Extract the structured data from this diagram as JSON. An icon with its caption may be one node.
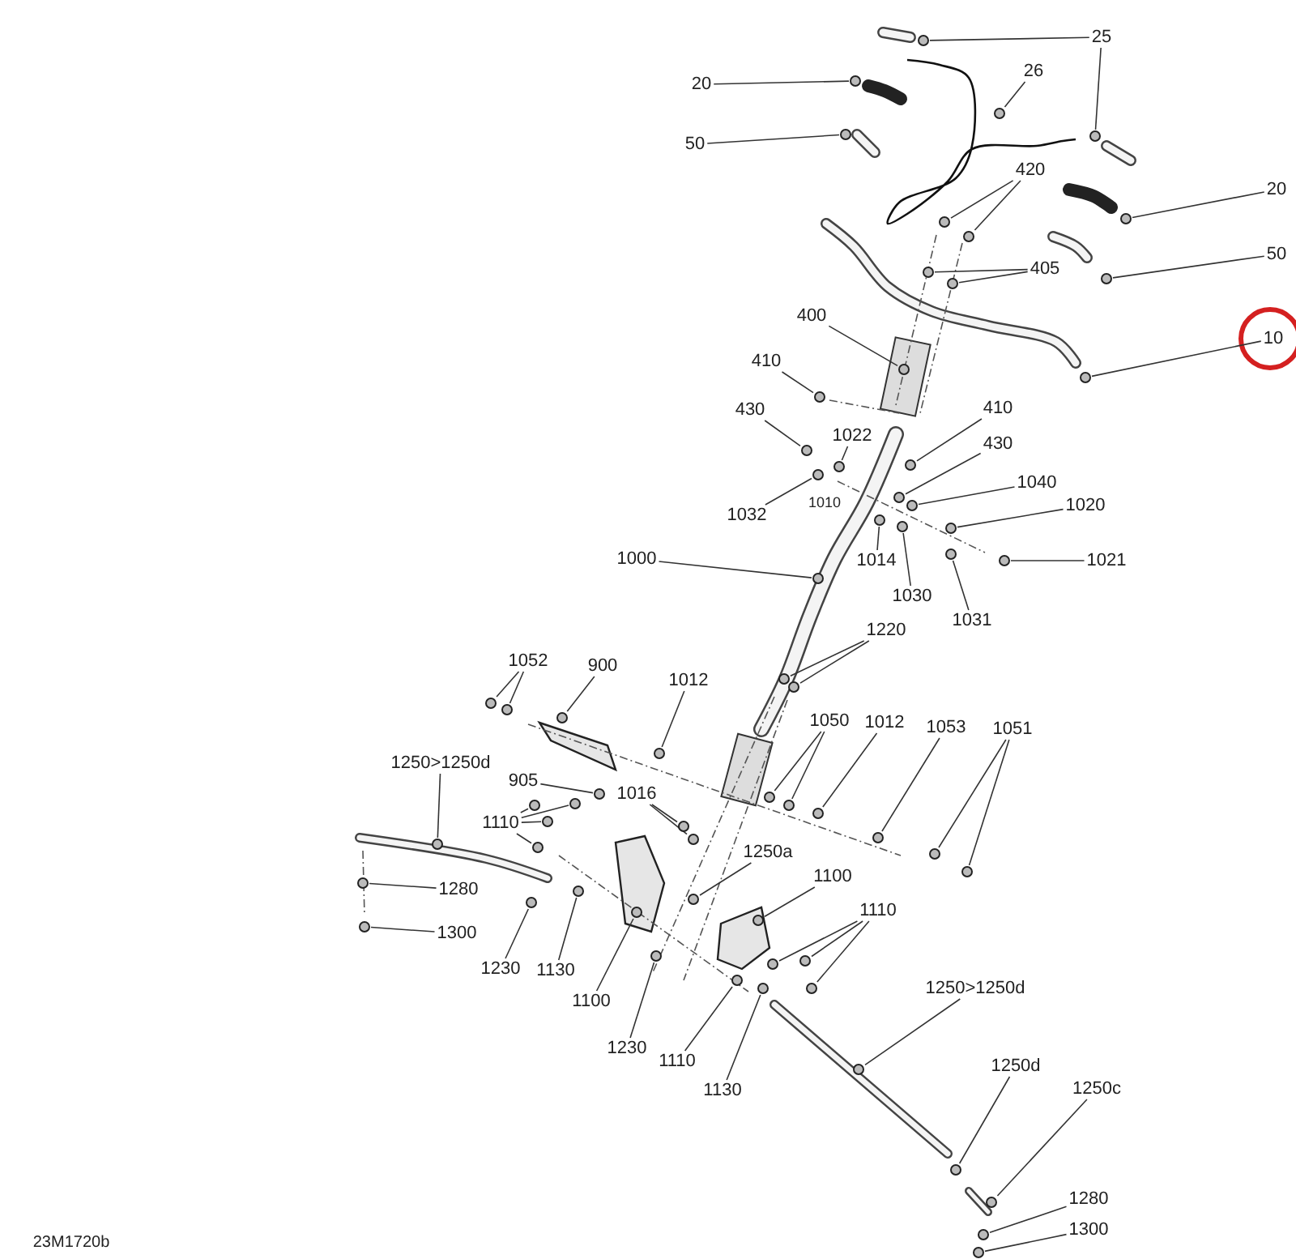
{
  "diagram": {
    "nodes": [
      {
        "text": [
          "25"
        ]
      },
      {
        "text": [
          "20"
        ]
      },
      {
        "text": [
          "26"
        ]
      },
      {
        "text": [
          "50"
        ]
      },
      {
        "text": [
          "420"
        ]
      },
      {
        "text": [
          "20"
        ]
      },
      {
        "text": [
          "405"
        ]
      },
      {
        "text": [
          "50"
        ]
      },
      {
        "text": [
          "400"
        ]
      },
      {
        "text": [
          "10"
        ]
      },
      {
        "text": [
          "410"
        ]
      },
      {
        "text": [
          "430"
        ]
      },
      {
        "text": [
          "1022"
        ]
      },
      {
        "text": [
          "410"
        ]
      },
      {
        "text": [
          "430"
        ]
      },
      {
        "text": [
          "1040"
        ]
      },
      {
        "text": [
          "1032"
        ]
      },
      {
        "text": [
          "1020"
        ]
      },
      {
        "text": [
          "1014"
        ]
      },
      {
        "text": [
          "1021"
        ]
      },
      {
        "text": [
          "1000"
        ]
      },
      {
        "text": [
          "1030"
        ]
      },
      {
        "text": [
          "1031"
        ]
      },
      {
        "text": [
          "1220"
        ]
      },
      {
        "text": [
          "1052"
        ]
      },
      {
        "text": [
          "900"
        ]
      },
      {
        "text": [
          "1012"
        ]
      },
      {
        "text": [
          "1050"
        ]
      },
      {
        "text": [
          "1012"
        ]
      },
      {
        "text": [
          "1053"
        ]
      },
      {
        "text": [
          "1051"
        ]
      },
      {
        "text": [
          "1250>1250d"
        ]
      },
      {
        "text": [
          "905"
        ]
      },
      {
        "text": [
          "1016"
        ]
      },
      {
        "text": [
          "1110"
        ]
      },
      {
        "text": [
          "1250a"
        ]
      },
      {
        "text": [
          "1280"
        ]
      },
      {
        "text": [
          "1100"
        ]
      },
      {
        "text": [
          "1110"
        ]
      },
      {
        "text": [
          "1300"
        ]
      },
      {
        "text": [
          "1230"
        ]
      },
      {
        "text": [
          "1130"
        ]
      },
      {
        "text": [
          "1100"
        ]
      },
      {
        "text": [
          "1230"
        ]
      },
      {
        "text": [
          "1110"
        ]
      },
      {
        "text": [
          "1130"
        ]
      },
      {
        "text": [
          "1250>1250d"
        ]
      },
      {
        "text": [
          "1250d"
        ]
      },
      {
        "text": [
          "1250c"
        ]
      },
      {
        "text": [
          "1280"
        ]
      },
      {
        "text": [
          "1300"
        ]
      },
      {
        "text": [],
        "shape": "circle"
      },
      {
        "text": [],
        "shape": "circle"
      },
      {
        "text": [],
        "shape": "circle"
      },
      {
        "text": [],
        "shape": "circle"
      },
      {
        "text": [],
        "shape": "circle"
      },
      {
        "text": [],
        "shape": "circle"
      },
      {
        "text": [],
        "shape": "circle"
      },
      {
        "text": [],
        "shape": "circle"
      },
      {
        "text": [],
        "shape": "circle"
      },
      {
        "text": [],
        "shape": "circle"
      },
      {
        "text": [],
        "shape": "circle"
      },
      {
        "text": [],
        "shape": "circle"
      },
      {
        "text": [],
        "shape": "circle"
      },
      {
        "text": [],
        "shape": "circle"
      },
      {
        "text": [],
        "shape": "circle"
      },
      {
        "text": [],
        "shape": "circle"
      },
      {
        "text": [],
        "shape": "circle"
      },
      {
        "text": [],
        "shape": "circle"
      },
      {
        "text": [],
        "shape": "circle"
      },
      {
        "text": [],
        "shape": "circle"
      },
      {
        "text": [],
        "shape": "circle"
      },
      {
        "text": [],
        "shape": "circle"
      },
      {
        "text": [],
        "shape": "circle"
      },
      {
        "text": [],
        "shape": "circle"
      },
      {
        "text": [],
        "shape": "circle"
      },
      {
        "text": [],
        "shape": "circle"
      },
      {
        "text": [],
        "shape": "circle"
      },
      {
        "text": [],
        "shape": "circle"
      },
      {
        "text": [],
        "shape": "circle"
      },
      {
        "text": [],
        "shape": "circle"
      },
      {
        "text": [],
        "shape": "circle"
      },
      {
        "text": [],
        "shape": "circle"
      },
      {
        "text": [],
        "shape": "circle"
      },
      {
        "text": [],
        "shape": "circle"
      },
      {
        "text": [],
        "shape": "circle"
      },
      {
        "text": [],
        "shape": "circle"
      },
      {
        "text": [],
        "shape": "circle"
      },
      {
        "text": [],
        "shape": "circle"
      },
      {
        "text": [],
        "shape": "circle"
      },
      {
        "text": [],
        "shape": "circle"
      },
      {
        "text": [],
        "shape": "circle"
      },
      {
        "text": [],
        "shape": "circle"
      },
      {
        "text": [],
        "shape": "circle"
      },
      {
        "text": [],
        "shape": "circle"
      },
      {
        "text": [],
        "shape": "circle"
      },
      {
        "text": [],
        "shape": "circle"
      },
      {
        "text": [],
        "shape": "circle"
      },
      {
        "text": [],
        "shape": "circle"
      },
      {
        "text": [],
        "shape": "circle"
      },
      {
        "text": [],
        "shape": "circle"
      },
      {
        "text": [],
        "shape": "circle"
      },
      {
        "text": [],
        "shape": "circle"
      },
      {
        "text": [],
        "shape": "circle"
      },
      {
        "text": [],
        "shape": "circle"
      },
      {
        "text": [],
        "shape": "circle"
      },
      {
        "text": [],
        "shape": "circle"
      },
      {
        "text": [],
        "shape": "circle"
      },
      {
        "text": [],
        "shape": "circle"
      },
      {
        "text": [],
        "shape": "circle"
      },
      {
        "text": [],
        "shape": "circle"
      },
      {
        "text": [],
        "shape": "circle"
      },
      {
        "text": [],
        "shape": "circle"
      },
      {
        "text": [],
        "shape": "circle"
      },
      {
        "text": [],
        "shape": "circle"
      }
    ],
    "edges": [
      {
        "from": 0,
        "to": 51,
        "arrow": "none"
      },
      {
        "from": 0,
        "to": 52,
        "arrow": "none"
      },
      {
        "from": 1,
        "to": 53,
        "arrow": "none"
      },
      {
        "from": 2,
        "to": 54,
        "arrow": "none"
      },
      {
        "from": 3,
        "to": 55,
        "arrow": "none"
      },
      {
        "from": 4,
        "to": 56,
        "arrow": "none"
      },
      {
        "from": 4,
        "to": 57,
        "arrow": "none"
      },
      {
        "from": 5,
        "to": 58,
        "arrow": "none"
      },
      {
        "from": 6,
        "to": 59,
        "arrow": "none"
      },
      {
        "from": 6,
        "to": 60,
        "arrow": "none"
      },
      {
        "from": 7,
        "to": 61,
        "arrow": "none"
      },
      {
        "from": 8,
        "to": 62,
        "arrow": "none"
      },
      {
        "from": 9,
        "to": 63,
        "arrow": "none"
      },
      {
        "from": 10,
        "to": 64,
        "arrow": "none"
      },
      {
        "from": 11,
        "to": 65,
        "arrow": "none"
      },
      {
        "from": 12,
        "to": 66,
        "arrow": "none"
      },
      {
        "from": 13,
        "to": 67,
        "arrow": "none"
      },
      {
        "from": 14,
        "to": 68,
        "arrow": "none"
      },
      {
        "from": 15,
        "to": 69,
        "arrow": "none"
      },
      {
        "from": 16,
        "to": 70,
        "arrow": "none"
      },
      {
        "from": 17,
        "to": 71,
        "arrow": "none"
      },
      {
        "from": 18,
        "to": 72,
        "arrow": "none"
      },
      {
        "from": 19,
        "to": 73,
        "arrow": "none"
      },
      {
        "from": 20,
        "to": 74,
        "arrow": "none"
      },
      {
        "from": 21,
        "to": 75,
        "arrow": "none"
      },
      {
        "from": 22,
        "to": 76,
        "arrow": "none"
      },
      {
        "from": 23,
        "to": 77,
        "arrow": "none"
      },
      {
        "from": 23,
        "to": 78,
        "arrow": "none"
      },
      {
        "from": 24,
        "to": 79,
        "arrow": "none"
      },
      {
        "from": 24,
        "to": 80,
        "arrow": "none"
      },
      {
        "from": 25,
        "to": 81,
        "arrow": "none"
      },
      {
        "from": 26,
        "to": 82,
        "arrow": "none"
      },
      {
        "from": 27,
        "to": 83,
        "arrow": "none"
      },
      {
        "from": 27,
        "to": 84,
        "arrow": "none"
      },
      {
        "from": 28,
        "to": 85,
        "arrow": "none"
      },
      {
        "from": 29,
        "to": 86,
        "arrow": "none"
      },
      {
        "from": 30,
        "to": 87,
        "arrow": "none"
      },
      {
        "from": 30,
        "to": 88,
        "arrow": "none"
      },
      {
        "from": 31,
        "to": 89,
        "arrow": "none"
      },
      {
        "from": 32,
        "to": 90,
        "arrow": "none"
      },
      {
        "from": 33,
        "to": 91,
        "arrow": "none"
      },
      {
        "from": 33,
        "to": 92,
        "arrow": "none"
      },
      {
        "from": 34,
        "to": 93,
        "arrow": "none"
      },
      {
        "from": 34,
        "to": 94,
        "arrow": "none"
      },
      {
        "from": 34,
        "to": 95,
        "arrow": "none"
      },
      {
        "from": 34,
        "to": 96,
        "arrow": "none"
      },
      {
        "from": 35,
        "to": 97,
        "arrow": "none"
      },
      {
        "from": 36,
        "to": 98,
        "arrow": "none"
      },
      {
        "from": 37,
        "to": 99,
        "arrow": "none"
      },
      {
        "from": 38,
        "to": 100,
        "arrow": "none"
      },
      {
        "from": 38,
        "to": 101,
        "arrow": "none"
      },
      {
        "from": 38,
        "to": 102,
        "arrow": "none"
      },
      {
        "from": 39,
        "to": 103,
        "arrow": "none"
      },
      {
        "from": 40,
        "to": 104,
        "arrow": "none"
      },
      {
        "from": 41,
        "to": 105,
        "arrow": "none"
      },
      {
        "from": 42,
        "to": 106,
        "arrow": "none"
      },
      {
        "from": 43,
        "to": 107,
        "arrow": "none"
      },
      {
        "from": 44,
        "to": 108,
        "arrow": "none"
      },
      {
        "from": 45,
        "to": 109,
        "arrow": "none"
      },
      {
        "from": 46,
        "to": 110,
        "arrow": "none"
      },
      {
        "from": 47,
        "to": 111,
        "arrow": "none"
      },
      {
        "from": 48,
        "to": 112,
        "arrow": "none"
      },
      {
        "from": 49,
        "to": 113,
        "arrow": "none"
      },
      {
        "from": 50,
        "to": 114,
        "arrow": "none"
      }
    ],
    "labels": [
      "1010",
      "23M1720b"
    ]
  }
}
